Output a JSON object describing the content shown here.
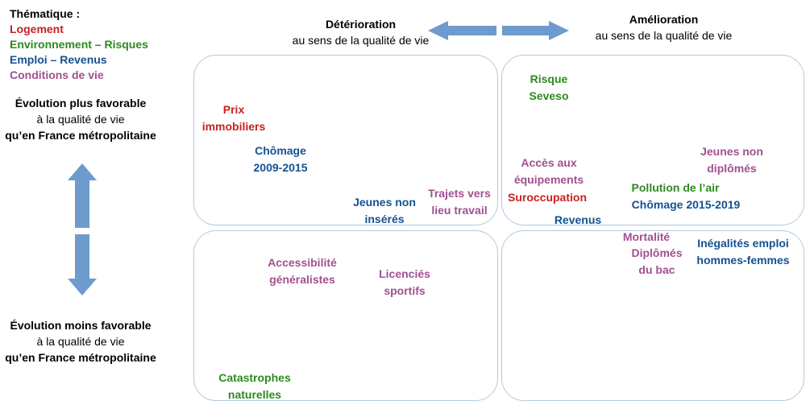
{
  "colors": {
    "logement": "#c9201f",
    "environnement": "#2d8a1e",
    "emploi": "#13528f",
    "conditions": "#a2508f",
    "arrow": "#6d9bcd",
    "quad_border": "#b4c9dc"
  },
  "legend": {
    "title": "Thématique :",
    "items": [
      {
        "label": "Logement",
        "theme": "logement"
      },
      {
        "label": "Environnement – Risques",
        "theme": "environnement"
      },
      {
        "label": "Emploi – Revenus",
        "theme": "emploi"
      },
      {
        "label": "Conditions de vie",
        "theme": "conditions"
      }
    ]
  },
  "vertical_axis": {
    "top": {
      "line1": "Évolution plus favorable",
      "line2": "à la qualité de vie",
      "line3": "qu’en France métropolitaine"
    },
    "bottom": {
      "line1": "Évolution moins favorable",
      "line2": "à la qualité de vie",
      "line3": "qu’en France métropolitaine"
    }
  },
  "horizontal_axis": {
    "left": {
      "line1": "Détérioration",
      "line2": "au sens de la qualité de vie"
    },
    "right": {
      "line1": "Amélioration",
      "line2": "au sens de la qualité de vie"
    }
  },
  "items": [
    {
      "lines": [
        "Prix",
        "immobiliers"
      ],
      "theme": "logement"
    },
    {
      "lines": [
        "Chômage",
        "2009-2015"
      ],
      "theme": "emploi"
    },
    {
      "lines": [
        "Jeunes non",
        "insérés"
      ],
      "theme": "emploi"
    },
    {
      "lines": [
        "Trajets vers",
        "lieu travail"
      ],
      "theme": "conditions"
    },
    {
      "lines": [
        "Risque",
        "Seveso"
      ],
      "theme": "environnement"
    },
    {
      "lines": [
        "Accès aux",
        "équipements"
      ],
      "theme": "conditions"
    },
    {
      "lines": [
        "Suroccupation"
      ],
      "theme": "logement"
    },
    {
      "lines": [
        "Jeunes non",
        "diplômés"
      ],
      "theme": "conditions"
    },
    {
      "lines": [
        "Pollution de l’air"
      ],
      "theme": "environnement"
    },
    {
      "lines": [
        "Chômage 2015-2019"
      ],
      "theme": "emploi"
    },
    {
      "lines": [
        "Revenus"
      ],
      "theme": "emploi"
    },
    {
      "lines": [
        "Mortalité"
      ],
      "theme": "conditions"
    },
    {
      "lines": [
        "Diplômés",
        "du bac"
      ],
      "theme": "conditions"
    },
    {
      "lines": [
        "Inégalités emploi",
        "hommes-femmes"
      ],
      "theme": "emploi"
    },
    {
      "lines": [
        "Accessibilité",
        "généralistes"
      ],
      "theme": "conditions"
    },
    {
      "lines": [
        "Licenciés",
        "sportifs"
      ],
      "theme": "conditions"
    },
    {
      "lines": [
        "Catastrophes",
        "naturelles"
      ],
      "theme": "environnement"
    }
  ]
}
